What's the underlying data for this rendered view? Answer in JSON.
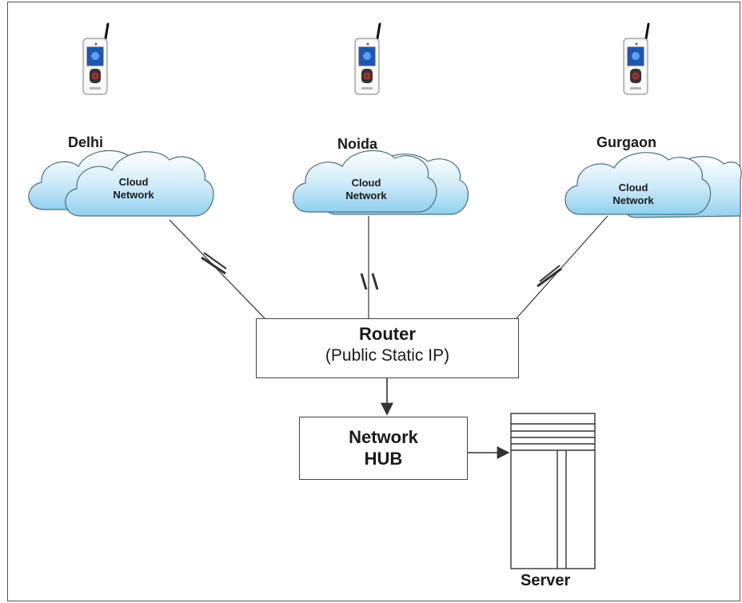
{
  "sites": [
    {
      "name": "Delhi",
      "cloud": {
        "line1": "Cloud",
        "line2": "Network"
      }
    },
    {
      "name": "Noida",
      "cloud": {
        "line1": "Cloud",
        "line2": "Network"
      }
    },
    {
      "name": "Gurgaon",
      "cloud": {
        "line1": "Cloud",
        "line2": "Network"
      }
    }
  ],
  "router": {
    "title": "Router",
    "subtitle": "(Public Static IP)"
  },
  "hub": {
    "line1": "Network",
    "line2": "HUB"
  },
  "server": {
    "label": "Server"
  },
  "colors": {
    "cloud_fill_top": "#ffffff",
    "cloud_fill_bottom": "#8fd0ef",
    "cloud_stroke": "#4a6f86",
    "line": "#444444",
    "device_screen": "#1b56b6"
  }
}
